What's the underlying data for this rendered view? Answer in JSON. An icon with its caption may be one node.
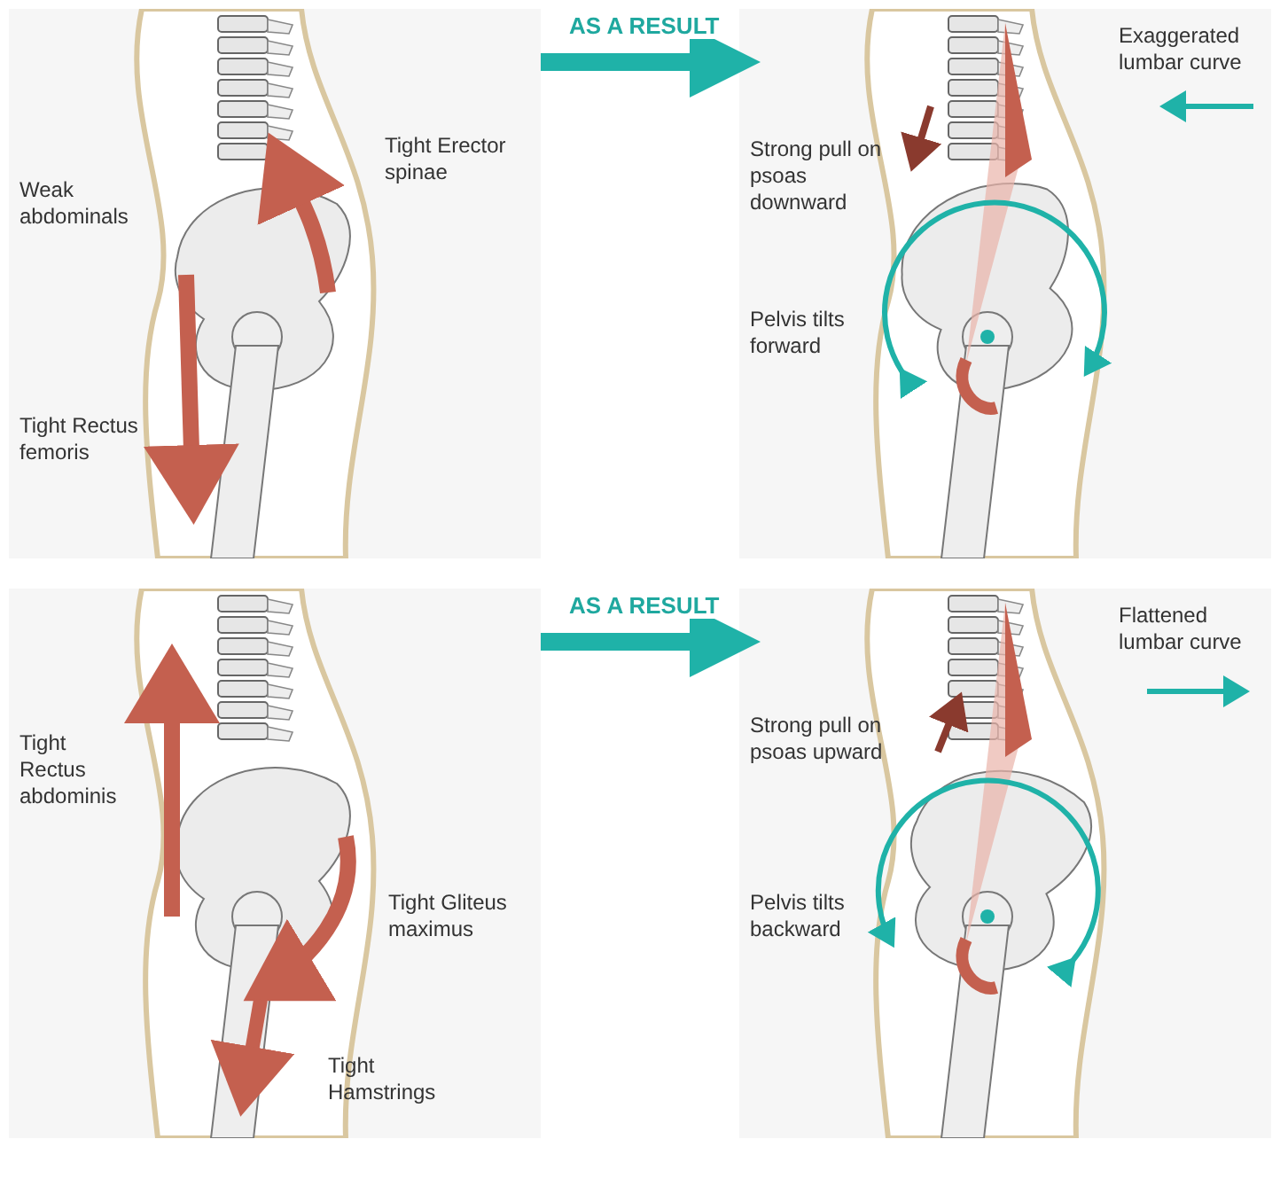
{
  "diagram": {
    "nodes": [
      {
        "text": [
          "Weak abdominals",
          "Tight Erector spinae",
          "Tight Rectus femoris"
        ]
      },
      {
        "text": [
          "Exaggerated lumbar curve",
          "Strong pull on psoas downward",
          "Pelvis tilts forward"
        ]
      },
      {
        "text": [
          "Tight Rectus abdominis",
          "Tight Gliteus maximus",
          "Tight Hamstrings"
        ]
      },
      {
        "text": [
          "Flattened lumbar curve",
          "Strong pull on psoas upward",
          "Pelvis tilts backward"
        ]
      }
    ],
    "edges": [
      {
        "from": 0,
        "to": 1,
        "arrow": "to",
        "label": "AS A RESULT"
      },
      {
        "from": 2,
        "to": 3,
        "arrow": "to",
        "label": "AS A RESULT"
      }
    ]
  }
}
